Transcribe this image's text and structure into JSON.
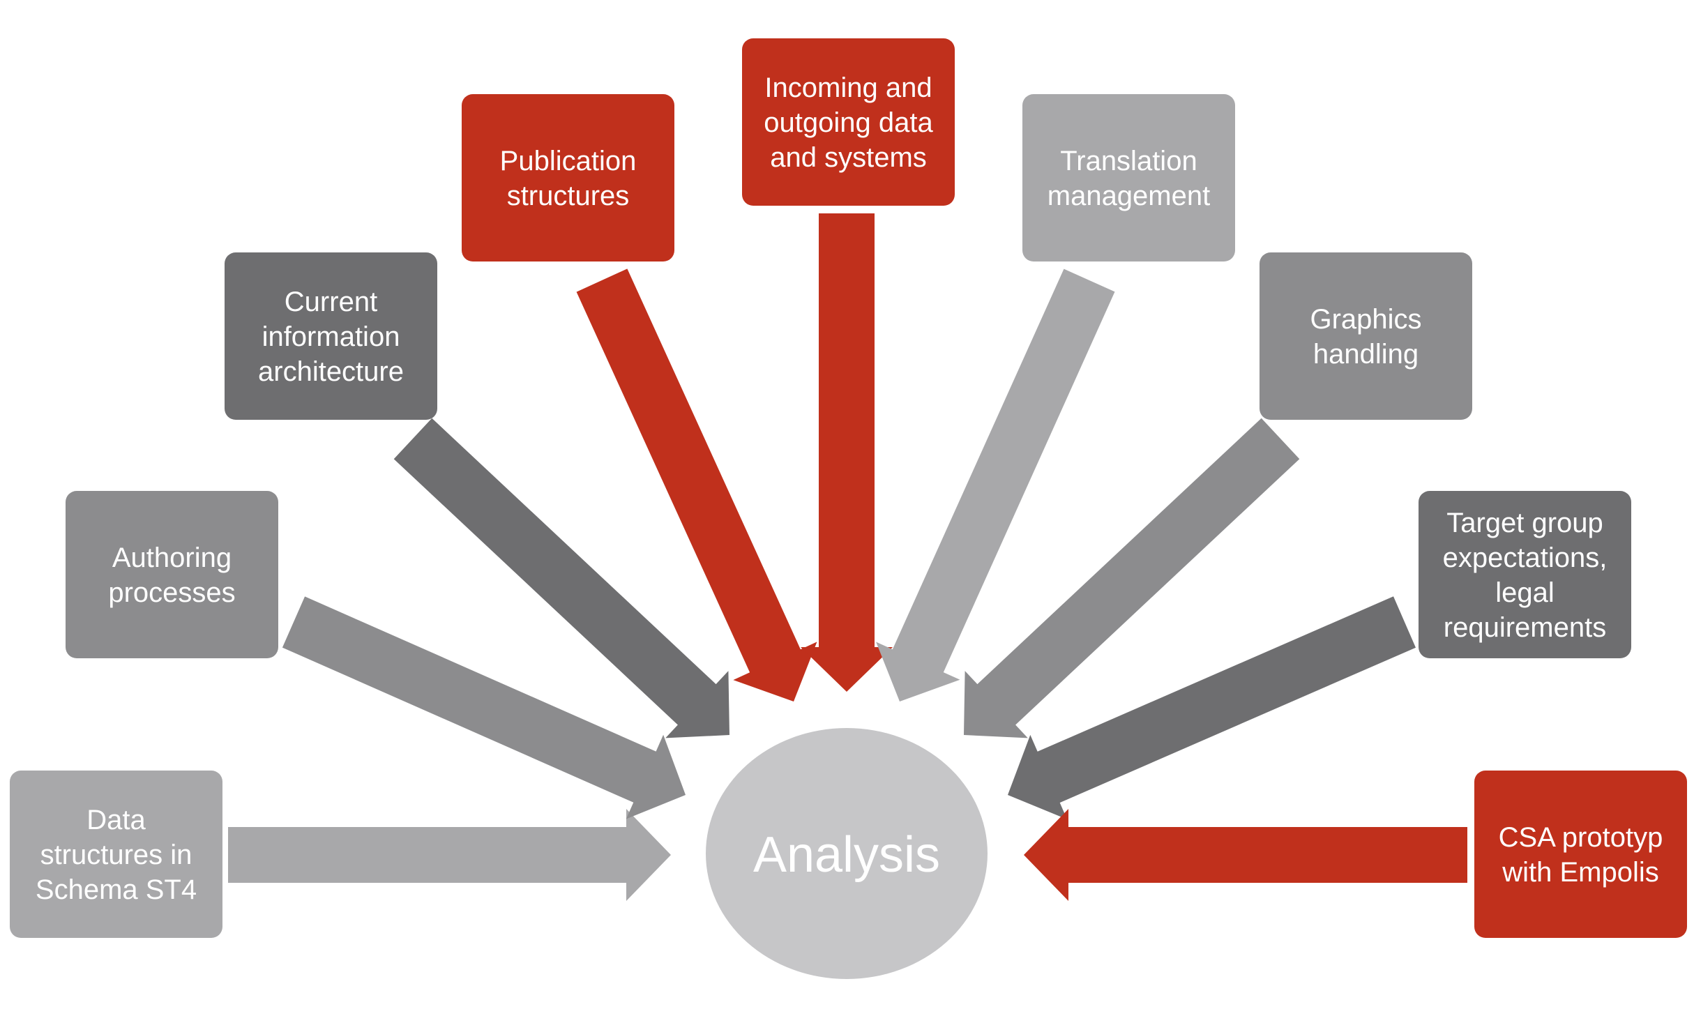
{
  "center": {
    "label": "Analysis",
    "color": "#c6c6c8"
  },
  "colors": {
    "red": "#c0301c",
    "dark_gray": "#6e6e70",
    "mid_gray": "#8c8c8e",
    "light_gray": "#a8a8aa"
  },
  "nodes": [
    {
      "id": "data-structures",
      "lines": [
        "Data",
        "structures in",
        "Schema ST4"
      ],
      "color": "#a8a8aa",
      "arrow_color": "#a8a8aa"
    },
    {
      "id": "authoring-processes",
      "lines": [
        "Authoring",
        "processes"
      ],
      "color": "#8c8c8e",
      "arrow_color": "#8c8c8e"
    },
    {
      "id": "current-information-architecture",
      "lines": [
        "Current",
        "information",
        "architecture"
      ],
      "color": "#6e6e70",
      "arrow_color": "#6e6e70"
    },
    {
      "id": "publication-structures",
      "lines": [
        "Publication",
        "structures"
      ],
      "color": "#c0301c",
      "arrow_color": "#c0301c"
    },
    {
      "id": "incoming-outgoing-data",
      "lines": [
        "Incoming and",
        "outgoing data",
        "and systems"
      ],
      "color": "#c0301c",
      "arrow_color": "#c0301c"
    },
    {
      "id": "translation-management",
      "lines": [
        "Translation",
        "management"
      ],
      "color": "#a8a8aa",
      "arrow_color": "#a8a8aa"
    },
    {
      "id": "graphics-handling",
      "lines": [
        "Graphics",
        "handling"
      ],
      "color": "#8c8c8e",
      "arrow_color": "#8c8c8e"
    },
    {
      "id": "target-group-expectations",
      "lines": [
        "Target group",
        "expectations,",
        "legal",
        "requirements"
      ],
      "color": "#6e6e70",
      "arrow_color": "#6e6e70"
    },
    {
      "id": "csa-prototype",
      "lines": [
        "CSA prototyp",
        "with Empolis"
      ],
      "color": "#c0301c",
      "arrow_color": "#c0301c"
    }
  ]
}
